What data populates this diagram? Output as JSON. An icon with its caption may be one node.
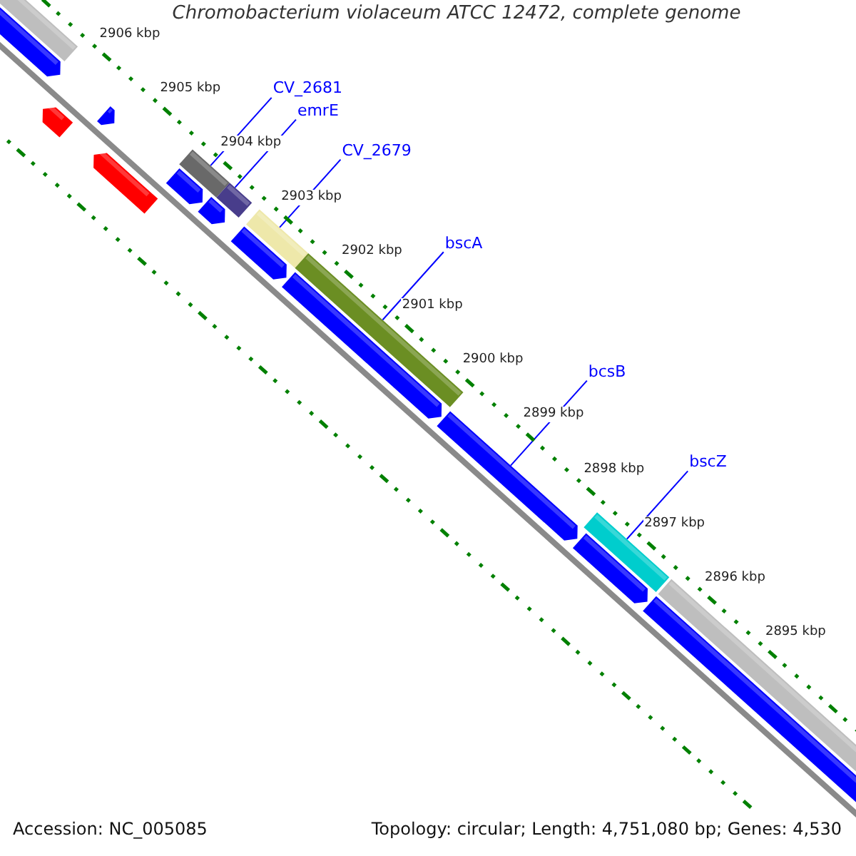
{
  "diagram": {
    "title": "Chromobacterium violaceum ATCC 12472, complete genome",
    "nodes": [
      {
        "text": [
          "CV_2681"
        ]
      },
      {
        "text": [
          "emrE"
        ]
      },
      {
        "text": [
          "CV_2679"
        ]
      },
      {
        "text": [
          "bscA"
        ]
      },
      {
        "text": [
          "bcsB"
        ]
      },
      {
        "text": [
          "bscZ"
        ]
      },
      {
        "text": [],
        "shape": "bar"
      },
      {
        "text": [],
        "shape": "bar"
      },
      {
        "text": [],
        "shape": "bar"
      },
      {
        "text": [],
        "shape": "bar"
      },
      {
        "text": [],
        "shape": "bar"
      },
      {
        "text": [],
        "shape": "bar"
      }
    ],
    "edges": [
      {
        "from": 0,
        "to": 6,
        "arrow": "none"
      },
      {
        "from": 1,
        "to": 7,
        "arrow": "none"
      },
      {
        "from": 2,
        "to": 8,
        "arrow": "none"
      },
      {
        "from": 3,
        "to": 9,
        "arrow": "none"
      },
      {
        "from": 4,
        "to": 10,
        "arrow": "none"
      },
      {
        "from": 5,
        "to": 11,
        "arrow": "none"
      }
    ],
    "labels": [
      "2906 kbp",
      "2905 kbp",
      "2904 kbp",
      "2903 kbp",
      "2902 kbp",
      "2901 kbp",
      "2900 kbp",
      "2899 kbp",
      "2898 kbp",
      "2897 kbp",
      "2896 kbp",
      "2895 kbp",
      "Accession: NC_005085",
      "Topology: circular; Length: 4,751,080 bp; Genes: 4,530"
    ]
  }
}
